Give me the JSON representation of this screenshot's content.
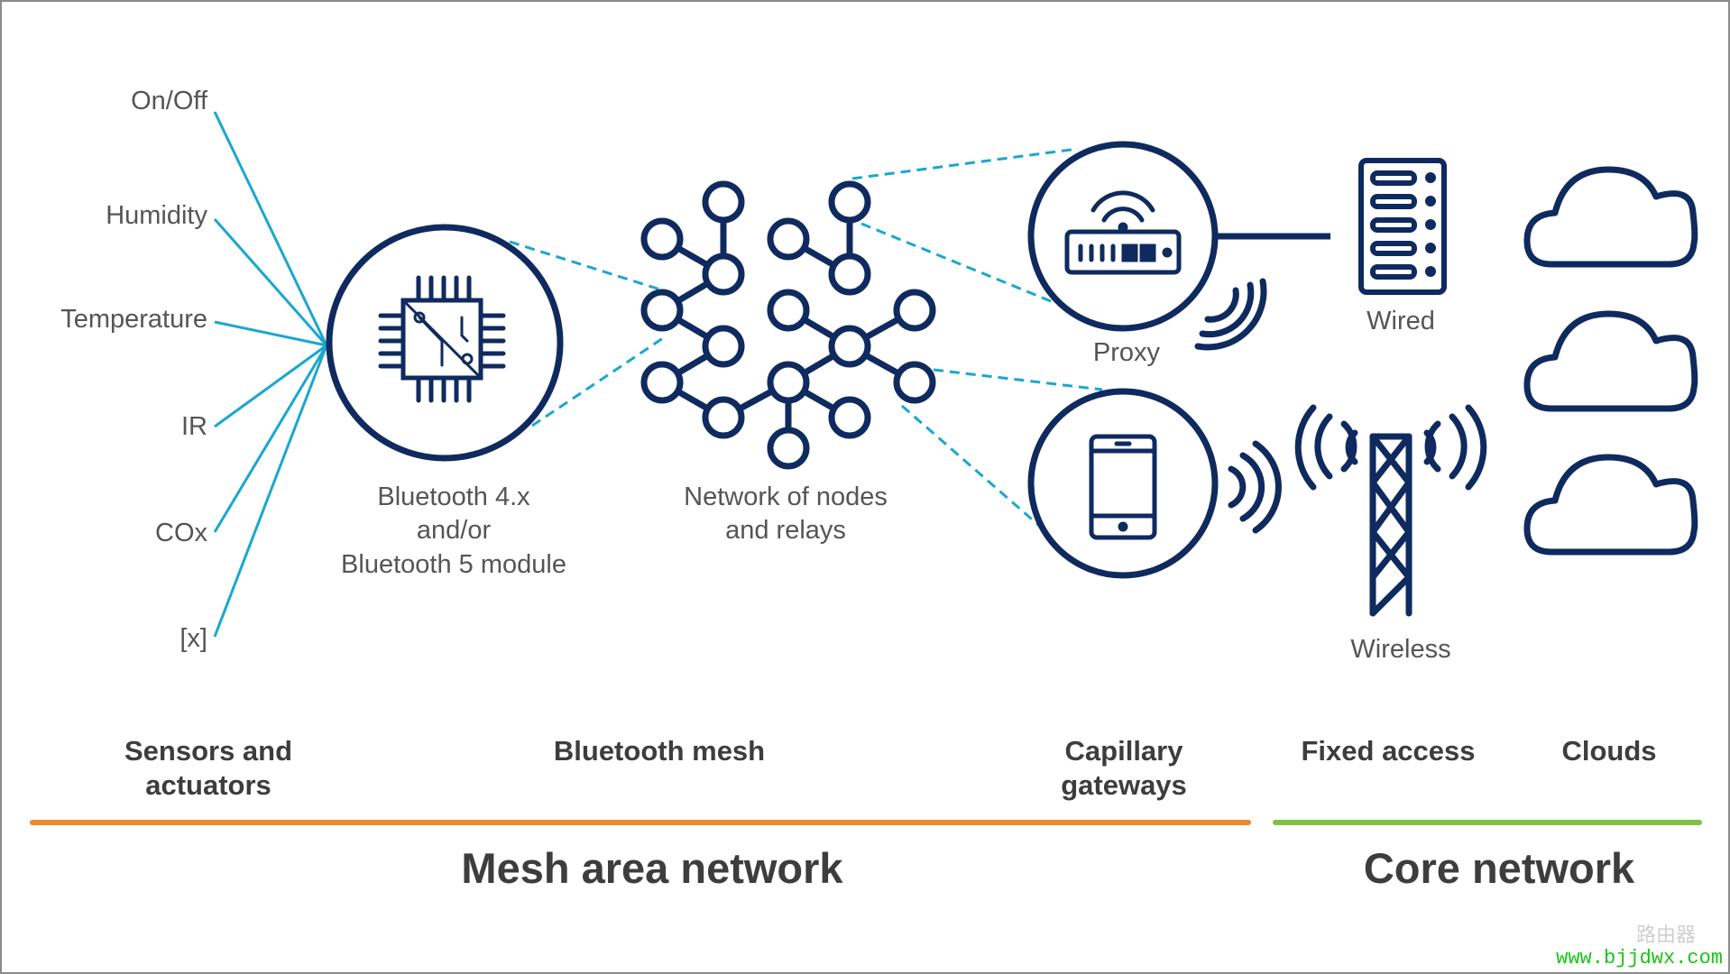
{
  "sensors": {
    "items": [
      "On/Off",
      "Humidity",
      "Temperature",
      "IR",
      "COx",
      "[x]"
    ]
  },
  "module_label": [
    "Bluetooth 4.x",
    "and/or",
    "Bluetooth 5 module"
  ],
  "network_label": [
    "Network of nodes",
    "and relays"
  ],
  "proxy_label": "Proxy",
  "wired_label": "Wired",
  "wireless_label": "Wireless",
  "categories": {
    "sensors": [
      "Sensors and",
      "actuators"
    ],
    "mesh": "Bluetooth mesh",
    "gateways": [
      "Capillary",
      "gateways"
    ],
    "fixed": "Fixed access",
    "clouds": "Clouds"
  },
  "sections": {
    "mesh_area": "Mesh area network",
    "core": "Core network"
  },
  "colors": {
    "navy": "#0f2a5e",
    "cyan": "#1aa7d0",
    "orange": "#ef8a2d",
    "green": "#7dc242"
  },
  "watermark": {
    "url": "www.bjjdwx.com",
    "cn": "路由器"
  }
}
